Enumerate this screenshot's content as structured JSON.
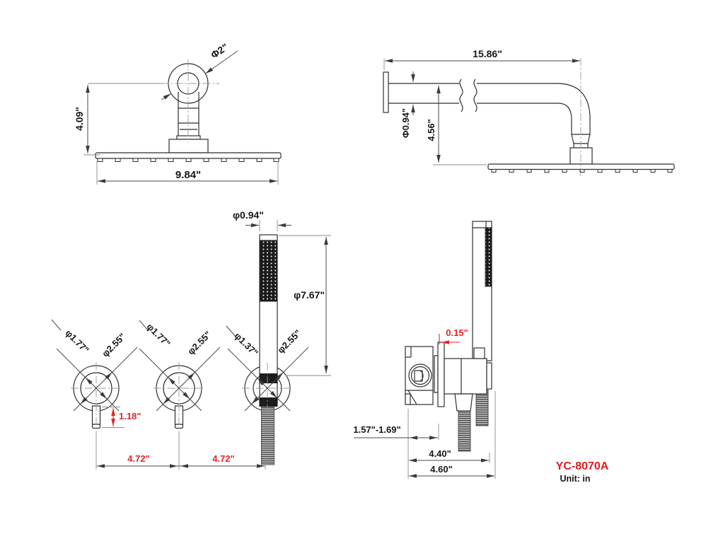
{
  "drawing": {
    "model_code": "YC-8070A",
    "unit_note": "Unit: in",
    "accent_red": "#e42325",
    "line_color": "#2f2f2f"
  },
  "views": {
    "shower_head_front": {
      "circle_dia": "Φ2\"",
      "height": "4.09\"",
      "width": "9.84\""
    },
    "shower_arm_side": {
      "length": "15.86\"",
      "arm_dia": "Φ0.94\"",
      "drop": "4.56\""
    },
    "hand_shower": {
      "wand_dia": "φ0.94\"",
      "wand_length": "φ7.67\""
    },
    "trim_front": {
      "handle1_inner_dia": "φ1.77\"",
      "handle1_outer_dia": "φ2.55\"",
      "handle2_inner_dia": "φ1.77\"",
      "handle2_outer_dia": "φ2.55\"",
      "holder_inner_dia": "φ1.37\"",
      "holder_outer_dia": "φ2.55\"",
      "lever_length": "1.18\"",
      "spacing_left": "4.72\"",
      "spacing_right": "4.72\""
    },
    "valve_side": {
      "plate_thickness": "0.15\"",
      "wall_depth_range": "1.57\"-1.69\"",
      "body_width": "4.40\"",
      "overall_width": "4.60\""
    }
  }
}
